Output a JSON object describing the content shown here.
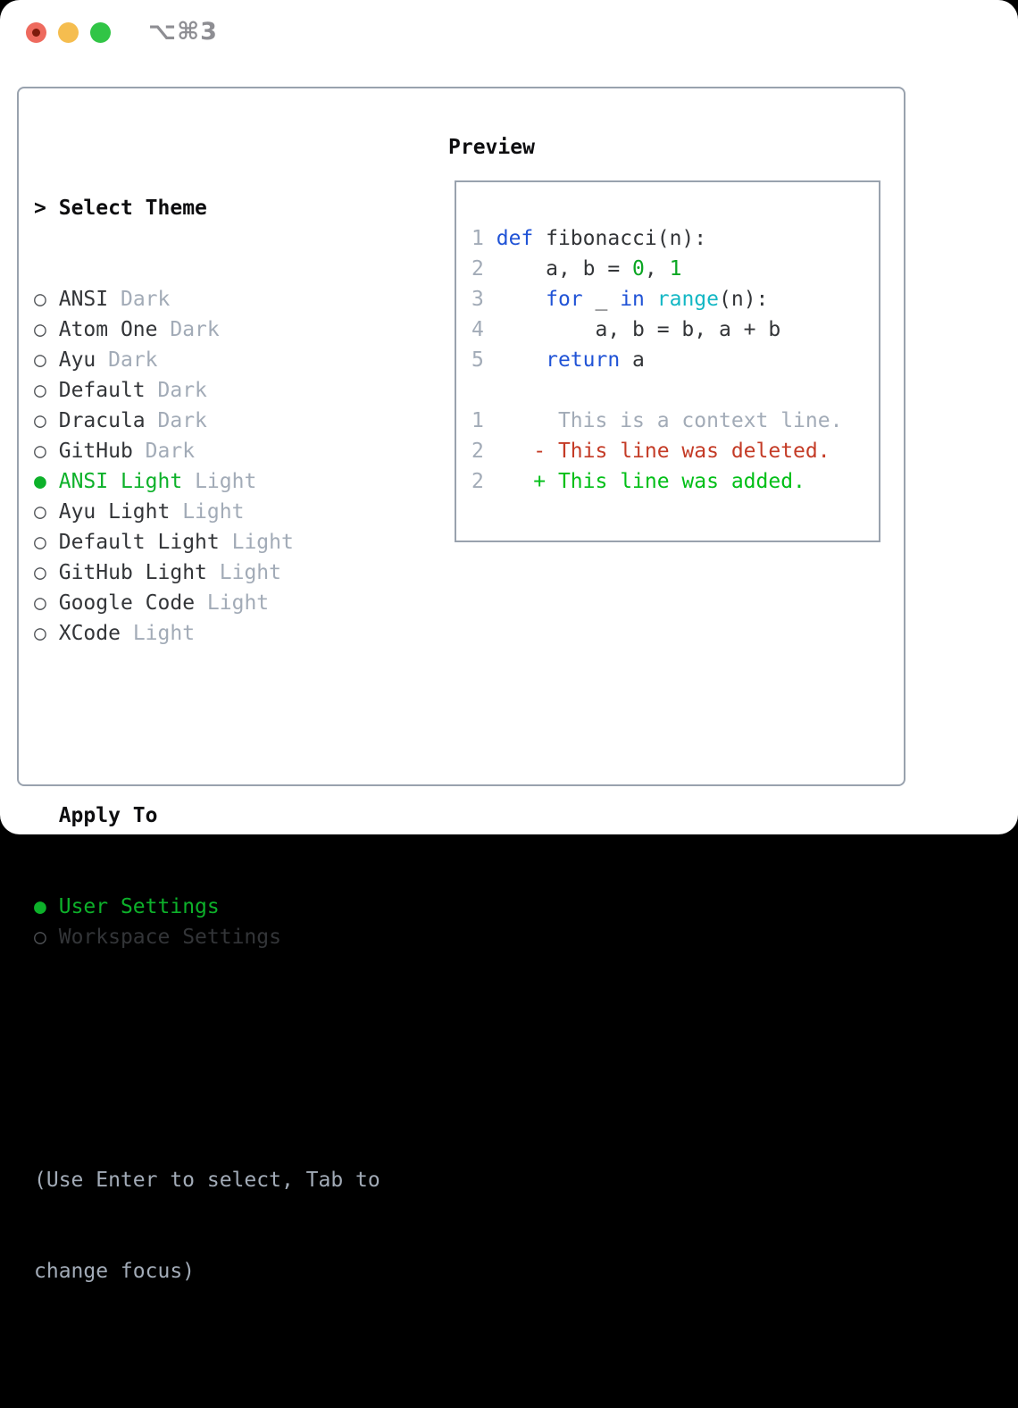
{
  "window": {
    "title": "⌥⌘3"
  },
  "left": {
    "cursor": ">",
    "header": "Select Theme",
    "radio_unselected": "○",
    "radio_selected": "●",
    "themes": [
      {
        "name": "ANSI",
        "tag": "Dark",
        "selected": false
      },
      {
        "name": "Atom One",
        "tag": "Dark",
        "selected": false
      },
      {
        "name": "Ayu",
        "tag": "Dark",
        "selected": false
      },
      {
        "name": "Default",
        "tag": "Dark",
        "selected": false
      },
      {
        "name": "Dracula",
        "tag": "Dark",
        "selected": false
      },
      {
        "name": "GitHub",
        "tag": "Dark",
        "selected": false
      },
      {
        "name": "ANSI Light",
        "tag": "Light",
        "selected": true
      },
      {
        "name": "Ayu Light",
        "tag": "Light",
        "selected": false
      },
      {
        "name": "Default Light",
        "tag": "Light",
        "selected": false
      },
      {
        "name": "GitHub Light",
        "tag": "Light",
        "selected": false
      },
      {
        "name": "Google Code",
        "tag": "Light",
        "selected": false
      },
      {
        "name": "XCode",
        "tag": "Light",
        "selected": false
      }
    ],
    "apply_header": "Apply To",
    "apply_options": [
      {
        "label": "User Settings",
        "selected": true
      },
      {
        "label": "Workspace Settings",
        "selected": false
      }
    ],
    "help_line1": "(Use Enter to select, Tab to",
    "help_line2": "change focus)"
  },
  "preview": {
    "header": "Preview",
    "code_lines": [
      {
        "num": "1",
        "tokens": [
          [
            "def",
            "blue_kw"
          ],
          [
            " fibonacci(n):",
            "fg"
          ]
        ]
      },
      {
        "num": "2",
        "tokens": [
          [
            "    a, b = ",
            "fg"
          ],
          [
            "0",
            "green_num"
          ],
          [
            ", ",
            "fg"
          ],
          [
            "1",
            "green_num"
          ]
        ]
      },
      {
        "num": "3",
        "tokens": [
          [
            "    ",
            "fg"
          ],
          [
            "for",
            "blue_kw"
          ],
          [
            " _ ",
            "fg"
          ],
          [
            "in",
            "blue_kw"
          ],
          [
            " ",
            "fg"
          ],
          [
            "range",
            "cyan_fn"
          ],
          [
            "(n):",
            "fg"
          ]
        ]
      },
      {
        "num": "4",
        "tokens": [
          [
            "        a, b = b, a + b",
            "fg"
          ]
        ]
      },
      {
        "num": "5",
        "tokens": [
          [
            "    ",
            "fg"
          ],
          [
            "return",
            "blue_kw"
          ],
          [
            " a",
            "fg"
          ]
        ]
      }
    ],
    "diff_lines": [
      {
        "num": "1",
        "tokens": [
          [
            "     This is a context line.",
            "muted"
          ]
        ]
      },
      {
        "num": "2",
        "tokens": [
          [
            "   - This line was deleted.",
            "red_del"
          ]
        ]
      },
      {
        "num": "2",
        "tokens": [
          [
            "   + This line was added.",
            "green_add"
          ]
        ]
      }
    ]
  },
  "colors": {
    "page_bg": "#000000",
    "window_bg": "#ffffff",
    "border": "#99a2ae",
    "title_color": "#8e8e93",
    "fg": "#333538",
    "fg_strong": "#0d0d0f",
    "muted": "#a2abb7",
    "radio": "#505357",
    "green_ui": "#0db12a",
    "green_num": "#0aa622",
    "green_add": "#00bf17",
    "red_del": "#c43b26",
    "blue_kw": "#2053d6",
    "cyan_fn": "#13b7c4",
    "light_red": "#ee6a5e",
    "light_yellow": "#f5bd4f",
    "light_green": "#31c546",
    "close_dot": "#7d1a0c"
  }
}
